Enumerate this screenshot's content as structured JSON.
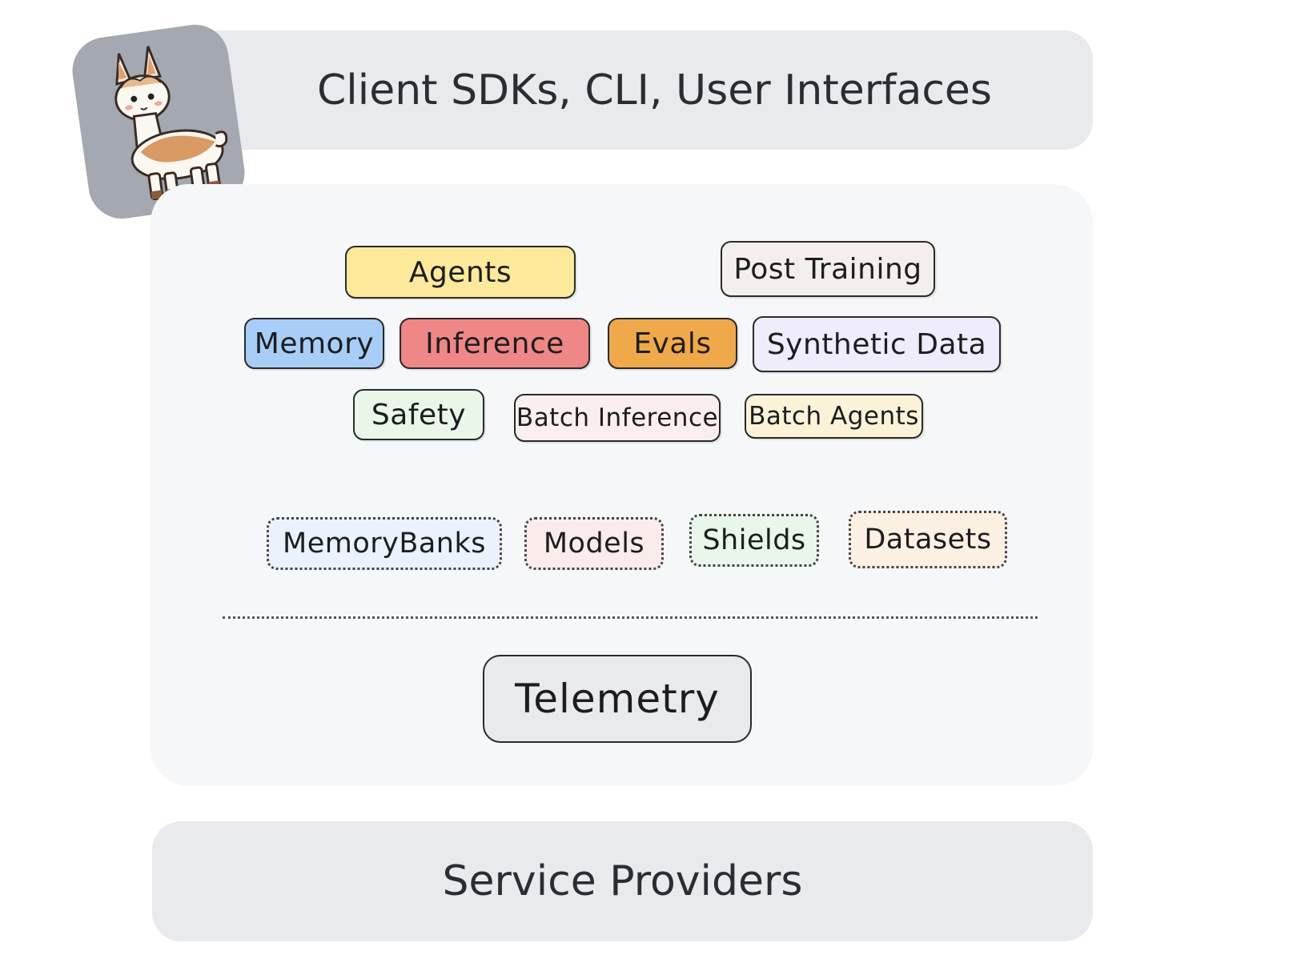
{
  "top_layer": {
    "label": "Client SDKs, CLI, User Interfaces"
  },
  "apis": {
    "agents": {
      "label": "Agents",
      "color": "#fce99b"
    },
    "post_training": {
      "label": "Post Training",
      "color": "#f4efec"
    },
    "memory": {
      "label": "Memory",
      "color": "#a8cef8"
    },
    "inference": {
      "label": "Inference",
      "color": "#ef8787"
    },
    "evals": {
      "label": "Evals",
      "color": "#f0a94a"
    },
    "synthetic_data": {
      "label": "Synthetic Data",
      "color": "#efecfb"
    },
    "safety": {
      "label": "Safety",
      "color": "#e9f7e8"
    },
    "batch_inference": {
      "label": "Batch Inference",
      "color": "#fbeeee"
    },
    "batch_agents": {
      "label": "Batch Agents",
      "color": "#fbf3d8"
    }
  },
  "resources": {
    "memory_banks": {
      "label": "MemoryBanks",
      "color": "#eaf2fd"
    },
    "models": {
      "label": "Models",
      "color": "#fbecec"
    },
    "shields": {
      "label": "Shields",
      "color": "#e9f6ea"
    },
    "datasets": {
      "label": "Datasets",
      "color": "#fcf0e2"
    }
  },
  "telemetry": {
    "label": "Telemetry"
  },
  "bottom_layer": {
    "label": "Service Providers"
  },
  "logo": {
    "icon": "llama-icon",
    "bg_color": "#a3a8b1"
  }
}
